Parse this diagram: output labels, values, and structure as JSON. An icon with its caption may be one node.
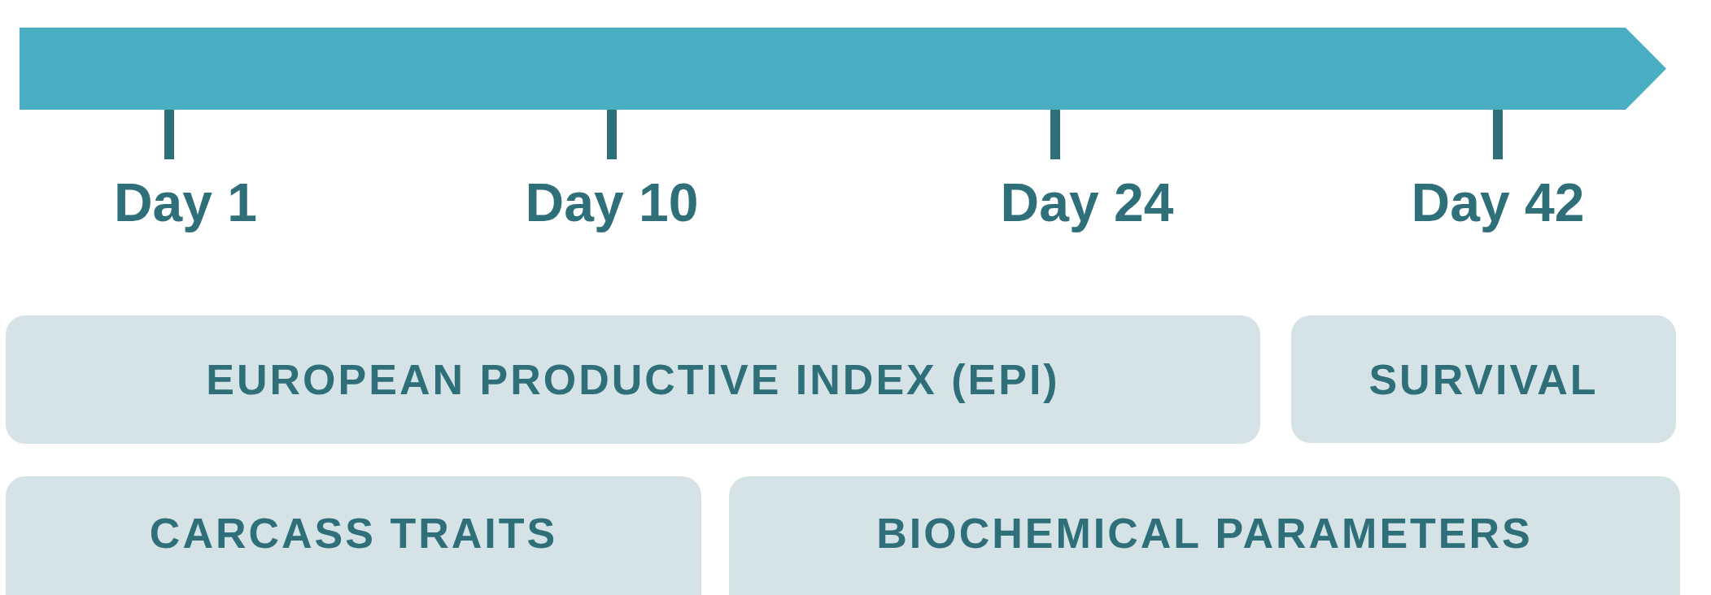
{
  "diagram": {
    "nodes": [
      {
        "text": [
          "EUROPEAN PRODUCTIVE INDEX (EPI)"
        ]
      },
      {
        "text": [
          "SURVIVAL"
        ]
      },
      {
        "text": [
          "CARCASS TRAITS"
        ]
      },
      {
        "text": [
          "BIOCHEMICAL PARAMETERS"
        ]
      }
    ],
    "labels": [
      "Day 1",
      "Day 10",
      "Day 24",
      "Day 42"
    ]
  }
}
